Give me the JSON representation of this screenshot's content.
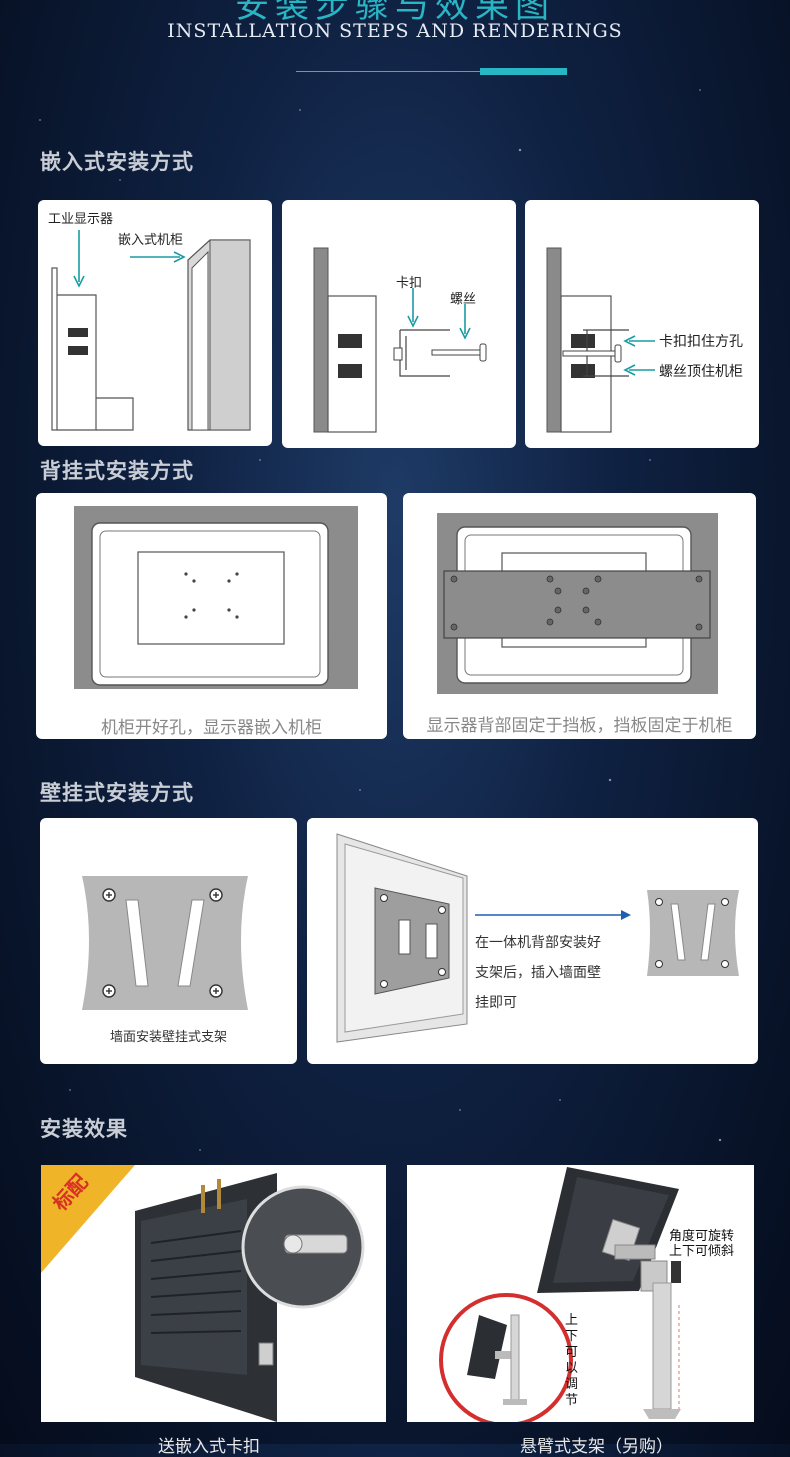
{
  "header": {
    "title_cn": "安装步骤与效果图",
    "title_en": "INSTALLATION STEPS AND RENDERINGS",
    "accent": "#29b6c4"
  },
  "embedded": {
    "title": "嵌入式安装方式",
    "panel1": {
      "label_display": "工业显示器",
      "label_cabinet": "嵌入式机柜"
    },
    "panel2": {
      "label_clip": "卡扣",
      "label_screw": "螺丝"
    },
    "panel3": {
      "label_clip_hold": "卡扣扣住方孔",
      "label_screw_hold": "螺丝顶住机柜"
    }
  },
  "back_mount": {
    "title": "背挂式安装方式",
    "left_caption": "机柜开好孔，显示器嵌入机柜",
    "right_caption": "显示器背部固定于挡板，挡板固定于机柜"
  },
  "wall_mount": {
    "title": "壁挂式安装方式",
    "left_caption": "墙面安装壁挂式支架",
    "right_note": [
      "在一体机背部安装好",
      "支架后，插入墙面壁",
      "挂即可"
    ]
  },
  "effect": {
    "title": "安装效果",
    "badge": "标配",
    "stand_label_1": "角度可旋转",
    "stand_label_2": "上下可倾斜",
    "vertical_label": "上下可以调节",
    "bottom_left": "送嵌入式卡扣",
    "bottom_right": "悬臂式支架（另购）"
  }
}
